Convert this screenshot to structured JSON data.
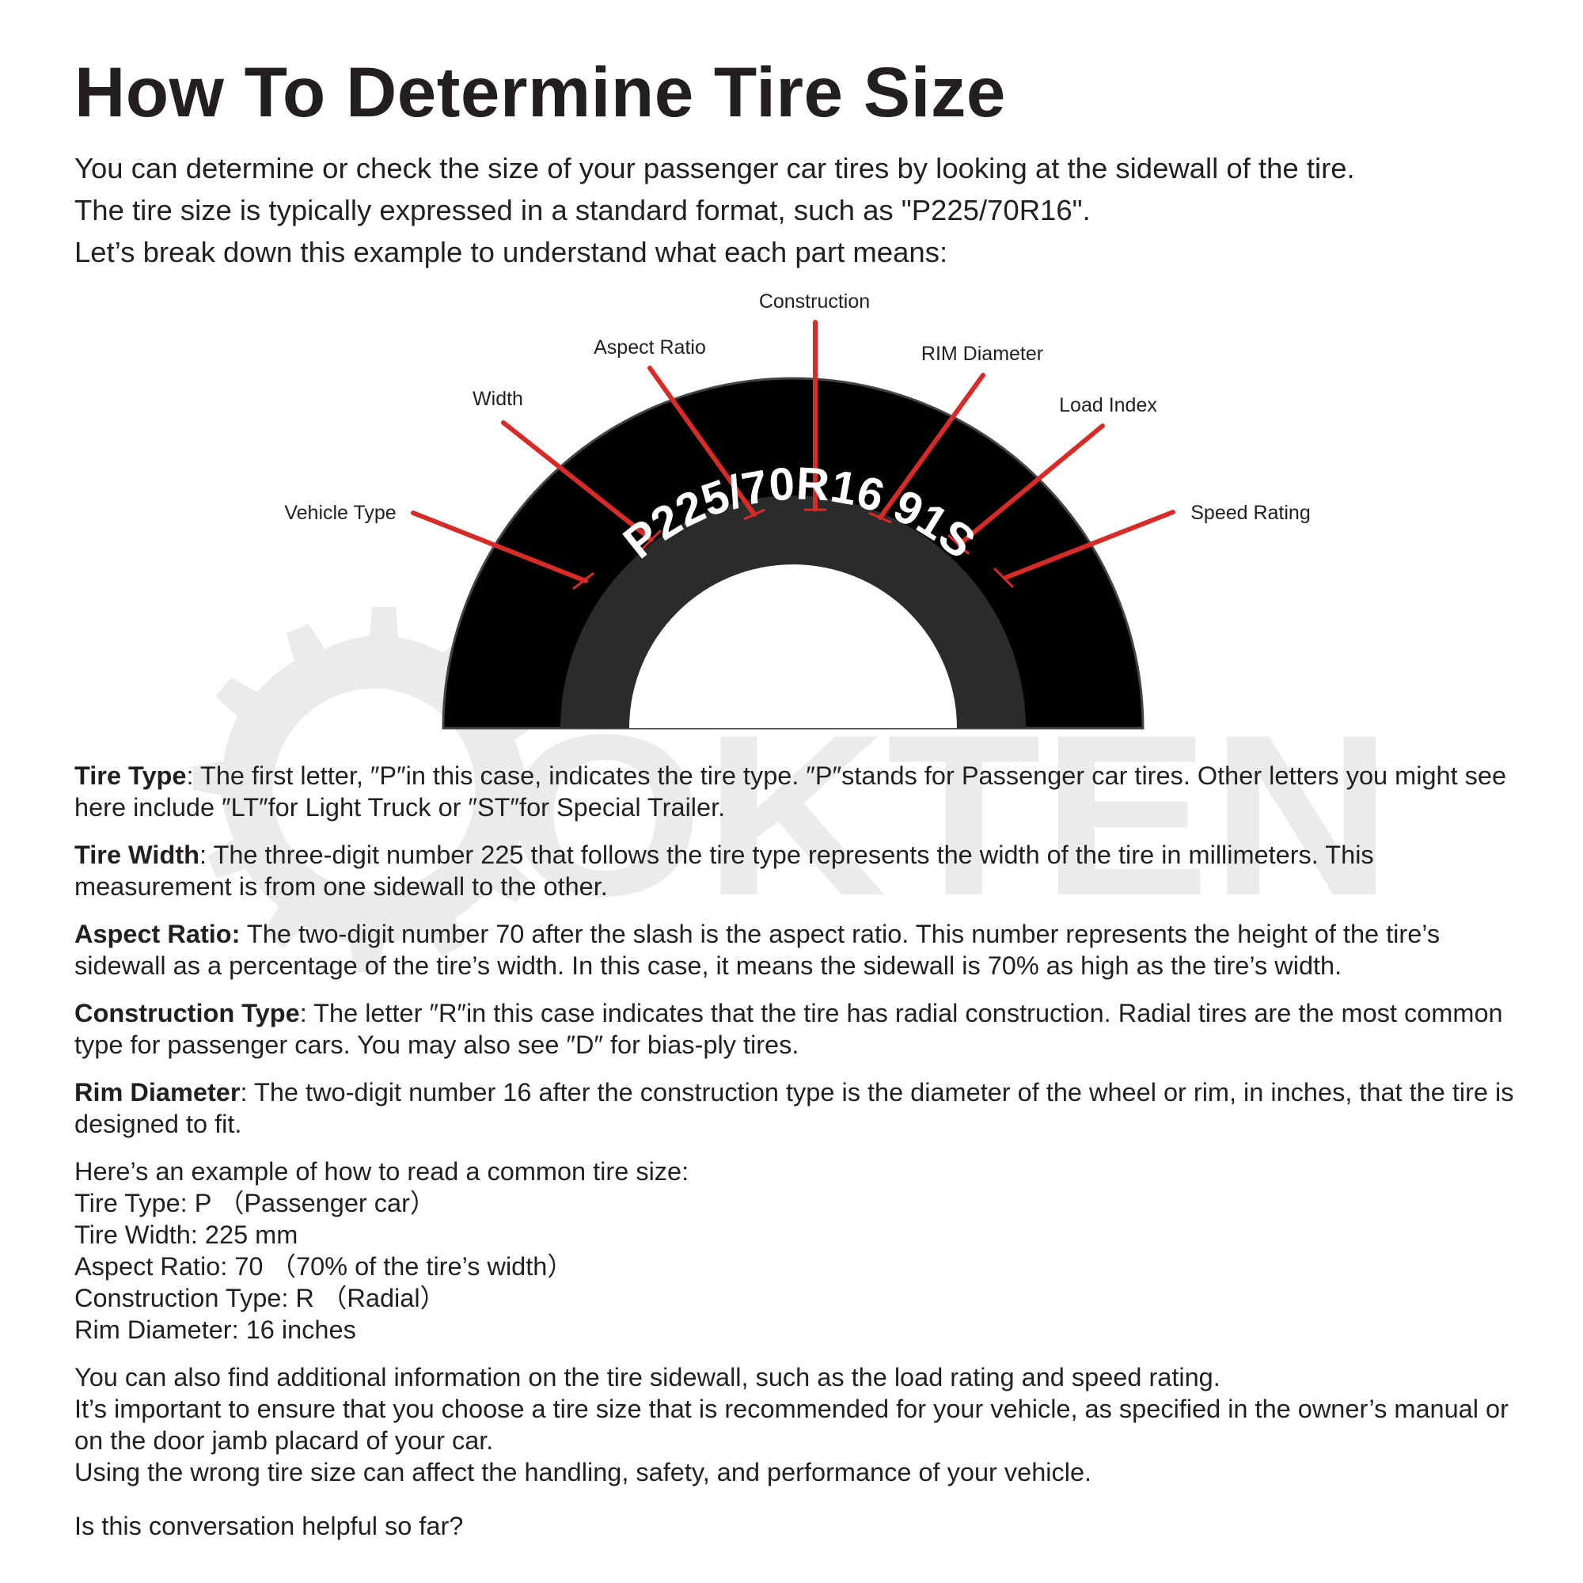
{
  "title": "How To Determine Tire Size",
  "intro": [
    "You can determine or check the size of your passenger car tires by looking at the sidewall of the tire.",
    "The tire size is typically expressed in a standard format, such as \"P225/70R16\".",
    "Let’s break down this example to understand what each part means:"
  ],
  "diagram": {
    "sidewall_text": "P225/70R16 91S",
    "labels": {
      "construction": "Construction",
      "aspect_ratio": "Aspect Ratio",
      "rim_diameter": "RIM Diameter",
      "width": "Width",
      "load_index": "Load Index",
      "vehicle_type": "Vehicle Type",
      "speed_rating": "Speed Rating"
    },
    "colors": {
      "leader": "#d62b27",
      "tire": "#000000",
      "tire_inner": "#2b2b2b",
      "label": "#231f20"
    }
  },
  "watermark": {
    "text": "OKTEN",
    "color": "#ebebeb"
  },
  "sections": [
    {
      "term": "Tire Type",
      "sep": ":",
      "text": "  The first letter, ″P″in this case, indicates the tire  type. ″P″stands  for  Passenger  car tires. Other  letters  you  might  see  here  include  ″LT″for Light Truck or ″ST″for  Special  Trailer."
    },
    {
      "term": "Tire Width",
      "sep": ":",
      "text": "  The three-digit  number  225  that  follows  the  tire  type  represents  the  width  of  the tire in millimeters.  This  measurement  is  from  one  sidewall  to  the  other."
    },
    {
      "term": "Aspect  Ratio:",
      "sep": "",
      "text": " The  two-digit  number 70 after the slash  is  the  aspect  ratio. This  number  represents  the height  of  the  tire’s  sidewall  as  a  percentage  of  the  tire’s  width. In this  case,   it  means  the  sidewall  is  70%  as  high  as  the  tire’s  width."
    },
    {
      "term": "Construction Type",
      "sep": ":",
      "text": "  The letter ″R″in  this  case indicates that the tire has  radial  construction. Radial  tires  are  the  most  common  type  for  passenger  cars.  You  may  also  see  ″D″  for  bias-ply  tires."
    },
    {
      "term": "Rim Diameter",
      "sep": ":",
      "text": "  The two-digit  number 16 after  the  construction  type  is the diameter of  the wheel  or  rim,  in  inches,  that  the  tire  is  designed  to  fit."
    }
  ],
  "example": [
    "Here’s  an  example  of  how  to  read  a  common  tire  size:",
    "Tire  Type:  P （Passenger  car）",
    "Tire  Width:  225  mm",
    "Aspect  Ratio:  70 （70%  of  the  tire’s  width）",
    "Construction  Type:  R （Radial）",
    "Rim  Diameter:  16  inches"
  ],
  "closing": [
    "You  can  also  find  additional  information  on  the  tire  sidewall,  such  as  the  load  rating  and  speed  rating.",
    "It’s  important  to  ensure  that  you  choose  a  tire  size  that  is  recommended  for  your  vehicle,  as  specified  in  the  owner’s  manual  or  on  the  door  jamb  placard  of  your  car.",
    "Using  the  wrong  tire  size  can  affect  the  handling,  safety,  and  performance  of  your  vehicle."
  ],
  "question": "Is  this  conversation  helpful  so  far?"
}
